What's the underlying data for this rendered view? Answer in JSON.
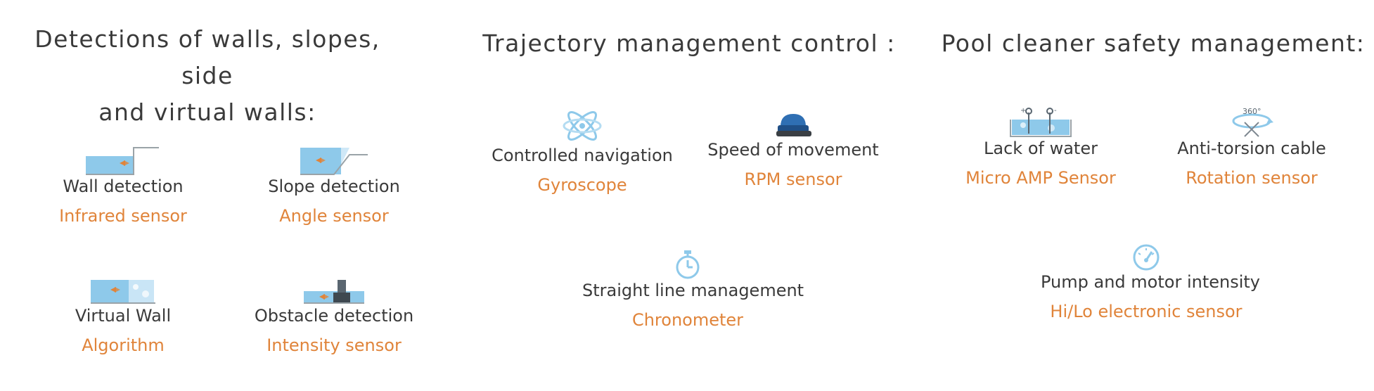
{
  "accent_color": "#e0843a",
  "text_color": "#3a3a3a",
  "icon_color": "#8ec9ea",
  "columns": [
    {
      "heading_line1": "Detections of walls, slopes, side",
      "heading_line2": "and virtual walls:",
      "items": [
        {
          "label": "Wall detection",
          "sensor": "Infrared sensor",
          "icon": "wall-icon"
        },
        {
          "label": "Slope detection",
          "sensor": "Angle sensor",
          "icon": "slope-icon"
        },
        {
          "label": "Virtual Wall",
          "sensor": "Algorithm",
          "icon": "virtual-wall-icon"
        },
        {
          "label": "Obstacle detection",
          "sensor": "Intensity sensor",
          "icon": "obstacle-icon"
        }
      ]
    },
    {
      "heading_line1": "Trajectory management control :",
      "items": [
        {
          "label": "Controlled navigation",
          "sensor": "Gyroscope",
          "icon": "gyroscope-icon"
        },
        {
          "label": "Speed of movement",
          "sensor": "RPM sensor",
          "icon": "rpm-icon"
        },
        {
          "label": "Straight line management",
          "sensor": "Chronometer",
          "icon": "chronometer-icon"
        }
      ]
    },
    {
      "heading_line1": "Pool cleaner safety management:",
      "items": [
        {
          "label": "Lack of water",
          "sensor": "Micro AMP Sensor",
          "icon": "water-level-icon"
        },
        {
          "label": "Anti-torsion cable",
          "sensor": "Rotation sensor",
          "icon": "rotation-360-icon",
          "icon_text": "360°"
        },
        {
          "label": "Pump and motor intensity",
          "sensor": "Hi/Lo electronic sensor",
          "icon": "gauge-icon"
        }
      ]
    }
  ]
}
